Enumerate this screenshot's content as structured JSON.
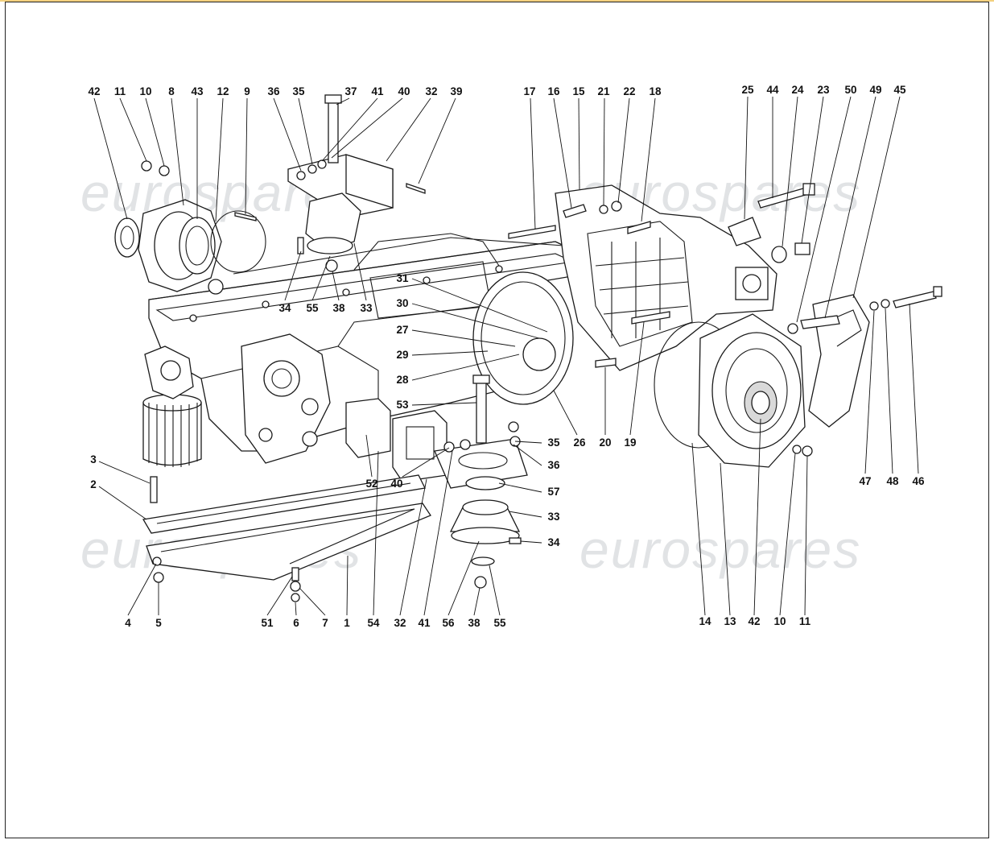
{
  "watermark": {
    "text": "eurospares"
  },
  "callouts": {
    "top_row": [
      "42",
      "11",
      "10",
      "8",
      "43",
      "12",
      "9",
      "36",
      "35",
      "37",
      "41",
      "40",
      "32",
      "39",
      "17",
      "16",
      "15",
      "21",
      "22",
      "18",
      "25",
      "44",
      "24",
      "23",
      "50",
      "49",
      "45"
    ],
    "left_side": [
      "3",
      "2"
    ],
    "middle": [
      "31",
      "30",
      "27",
      "29",
      "28",
      "53",
      "35",
      "36",
      "57",
      "33",
      "34",
      "52",
      "40"
    ],
    "right_mid": [
      "26",
      "20",
      "19",
      "47",
      "48",
      "46"
    ],
    "under_mount": [
      "34",
      "55",
      "38",
      "33"
    ],
    "bottom_row": [
      "4",
      "5",
      "51",
      "6",
      "7",
      "1",
      "54",
      "32",
      "41",
      "56",
      "38",
      "55",
      "14",
      "13",
      "42",
      "10",
      "11"
    ]
  }
}
